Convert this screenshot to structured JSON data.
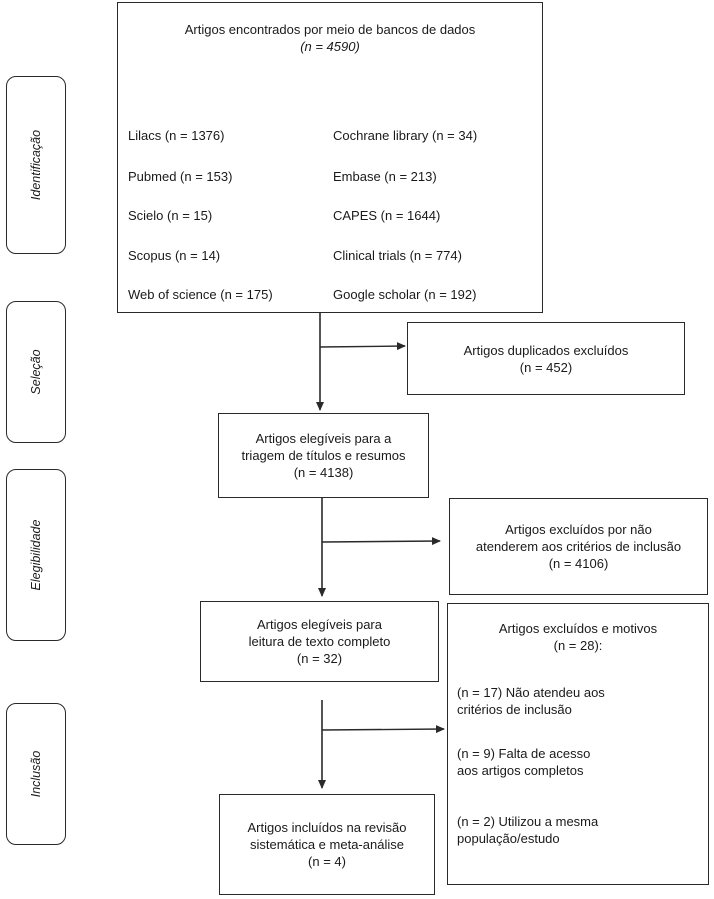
{
  "phases": {
    "identificacao": "Identificação",
    "selecao": "Seleção",
    "elegibilidade": "Elegibilidade",
    "inclusao": "Inclusão"
  },
  "top_box": {
    "line1": "Artigos encontrados por meio de bancos de dados",
    "line2": "(n = 4590)"
  },
  "databases_left": [
    "Lilacs (n = 1376)",
    "Pubmed (n = 153)",
    "Scielo (n = 15)",
    "Scopus (n = 14)",
    "Web of science (n = 175)"
  ],
  "databases_right": [
    "Cochrane library (n = 34)",
    "Embase (n = 213)",
    "CAPES (n = 1644)",
    "Clinical trials (n = 774)",
    "Google scholar (n = 192)"
  ],
  "duplicates_box": {
    "line1": "Artigos duplicados excluídos",
    "line2": "(n = 452)"
  },
  "screening_box": {
    "line1": "Artigos elegíveis para a",
    "line2": "triagem de títulos e resumos",
    "line3": "(n = 4138)"
  },
  "excluded_criteria_box": {
    "line1": "Artigos excluídos por não",
    "line2": "atenderem aos critérios de inclusão",
    "line3": "(n = 4106)"
  },
  "fulltext_box": {
    "line1": "Artigos elegíveis para",
    "line2": "leitura de texto completo",
    "line3": "(n = 32)"
  },
  "excluded_reasons_box": {
    "line1": "Artigos excluídos e motivos",
    "line2": "(n = 28):",
    "reason1_line1": "(n = 17) Não atendeu aos",
    "reason1_line2": "critérios de inclusão",
    "reason2_line1": "(n = 9) Falta de acesso",
    "reason2_line2": "aos artigos completos",
    "reason3_line1": "(n = 2) Utilizou a mesma",
    "reason3_line2": "população/estudo"
  },
  "included_box": {
    "line1": "Artigos incluídos na revisão",
    "line2": "sistemática e meta-análise",
    "line3": "(n = 4)"
  }
}
